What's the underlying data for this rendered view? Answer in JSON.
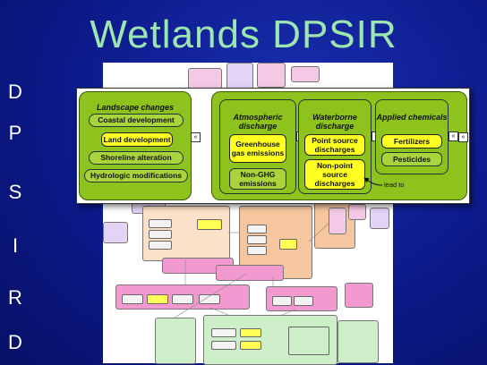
{
  "title": "Wetlands DPSIR",
  "dpsir_letters": [
    "D",
    "P",
    "S",
    "I",
    "R",
    "D"
  ],
  "landscape": {
    "heading": "Landscape changes",
    "items": [
      "Coastal development",
      "Land development",
      "Shoreline alteration",
      "Hydrologic modifications"
    ],
    "highlight_index": 1
  },
  "atmospheric": {
    "heading": "Atmospheric discharge",
    "items": [
      "Greenhouse gas emissions",
      "Non-GHG emissions"
    ]
  },
  "waterborne": {
    "heading": "Waterborne discharge",
    "items": [
      "Point source discharges",
      "Non-point source discharges"
    ]
  },
  "chemicals": {
    "heading": "Applied chemicals",
    "items": [
      "Fertilizers",
      "Pesticides"
    ]
  },
  "arrow_label": "lead to",
  "connector_symbol": "«",
  "colors": {
    "background": "#0c1a8a",
    "title": "#9ee6b0",
    "panel_green": "#8ec21c",
    "highlight_yellow": "#ffff22"
  }
}
